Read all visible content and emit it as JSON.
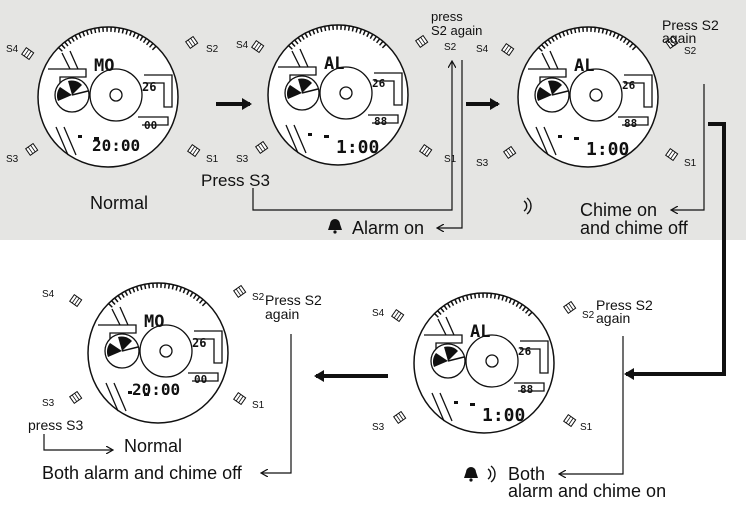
{
  "buttons": {
    "s1": "S1",
    "s2": "S2",
    "s3": "S3",
    "s4": "S4"
  },
  "watches": [
    {
      "id": "w1",
      "top": "MO",
      "mid": "26",
      "small": "00",
      "bottom": "20:00"
    },
    {
      "id": "w2",
      "top": "AL",
      "mid": "26",
      "small": "88",
      "bottom": "1:00"
    },
    {
      "id": "w3",
      "top": "AL",
      "mid": "26",
      "small": "88",
      "bottom": "1:00"
    },
    {
      "id": "w4",
      "top": "MO",
      "mid": "26",
      "small": "00",
      "bottom": "20:00"
    },
    {
      "id": "w5",
      "top": "AL",
      "mid": "26",
      "small": "88",
      "bottom": "1:00"
    }
  ],
  "labels": {
    "normal_1": "Normal",
    "press_s3_1": "Press S3",
    "press_s2_again_1a": "press",
    "press_s2_again_1b": "S2 again",
    "alarm_on": "Alarm on",
    "press_s2_again_2a": "Press S2",
    "press_s2_again_2b": "again",
    "chime_on_a": "Chime on",
    "chime_on_b": "and chime off",
    "press_s2_again_3a": "Press S2",
    "press_s2_again_3b": "again",
    "both_on_a": "Both",
    "both_on_b": "alarm and chime on",
    "press_s2_again_4a": "Press S2",
    "press_s2_again_4b": "again",
    "press_s3_2": "press S3",
    "normal_2": "Normal",
    "both_off": "Both alarm and chime off"
  },
  "colors": {
    "panel": "#e5e5e3",
    "ink": "#111111"
  }
}
